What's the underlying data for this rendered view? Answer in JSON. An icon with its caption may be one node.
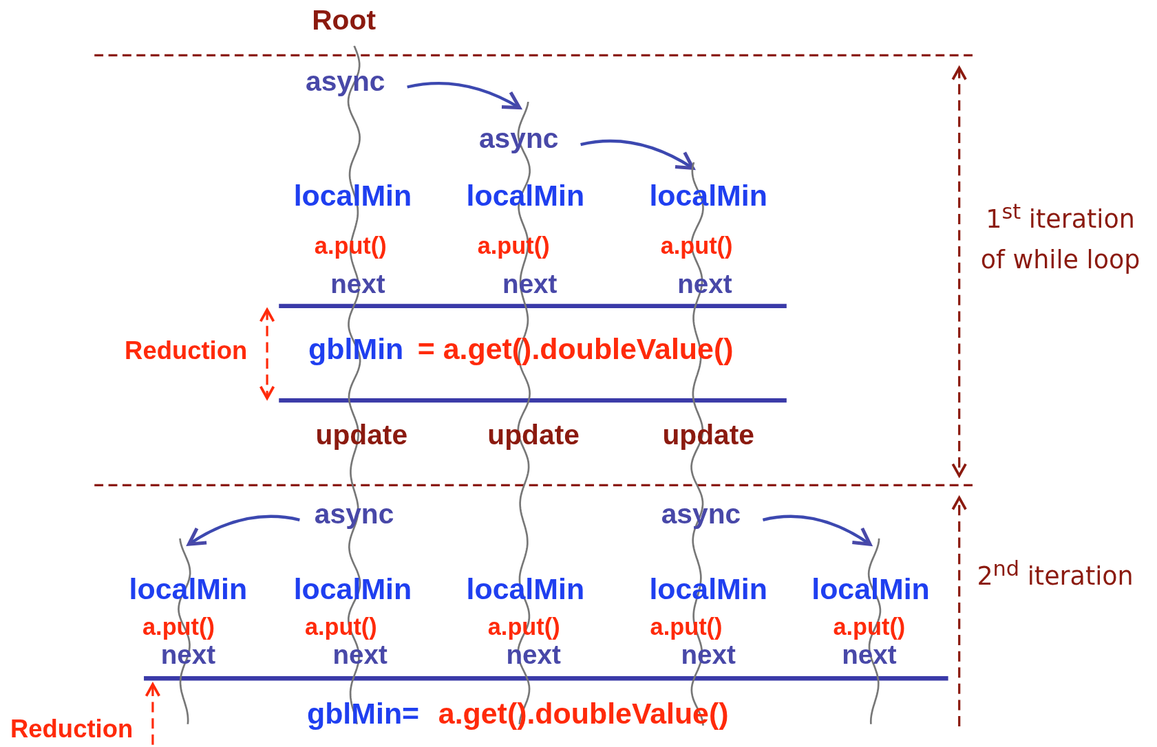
{
  "diagram": {
    "nodes": [
      {
        "text": [],
        "shape": "line",
        "beside": [
          "Root"
        ]
      },
      {
        "text": [
          "async"
        ]
      },
      {
        "text": [],
        "shape": "line"
      },
      {
        "text": [
          "async"
        ]
      },
      {
        "text": [],
        "shape": "line"
      },
      {
        "text": [],
        "shape": "line"
      },
      {
        "text": [
          "async"
        ]
      },
      {
        "text": [
          "async"
        ]
      },
      {
        "text": [],
        "shape": "line"
      }
    ],
    "edges": [
      {
        "from": 1,
        "to": 2,
        "arrow": "to"
      },
      {
        "from": 3,
        "to": 4,
        "arrow": "to"
      },
      {
        "from": 6,
        "to": 5,
        "arrow": "to"
      },
      {
        "from": 7,
        "to": 8,
        "arrow": "to"
      }
    ],
    "labels": [
      "localMin",
      "localMin",
      "localMin",
      "1$^{st}$ iteration of while loop",
      "a.put()",
      "a.put()",
      "a.put()",
      "next",
      "next",
      "next",
      "Reduction",
      "gblMin",
      "= a.get().doubleValue()",
      "update",
      "update",
      "update",
      "localMin",
      "localMin",
      "localMin",
      "localMin",
      "localMin",
      "2$^{nd}$ iteration",
      "a.put()",
      "a.put()",
      "a.put()",
      "a.put()",
      "a.put()",
      "next",
      "next",
      "next",
      "next",
      "next",
      "gblMin=",
      "a.get().doubleValue()",
      "Reduction"
    ]
  }
}
